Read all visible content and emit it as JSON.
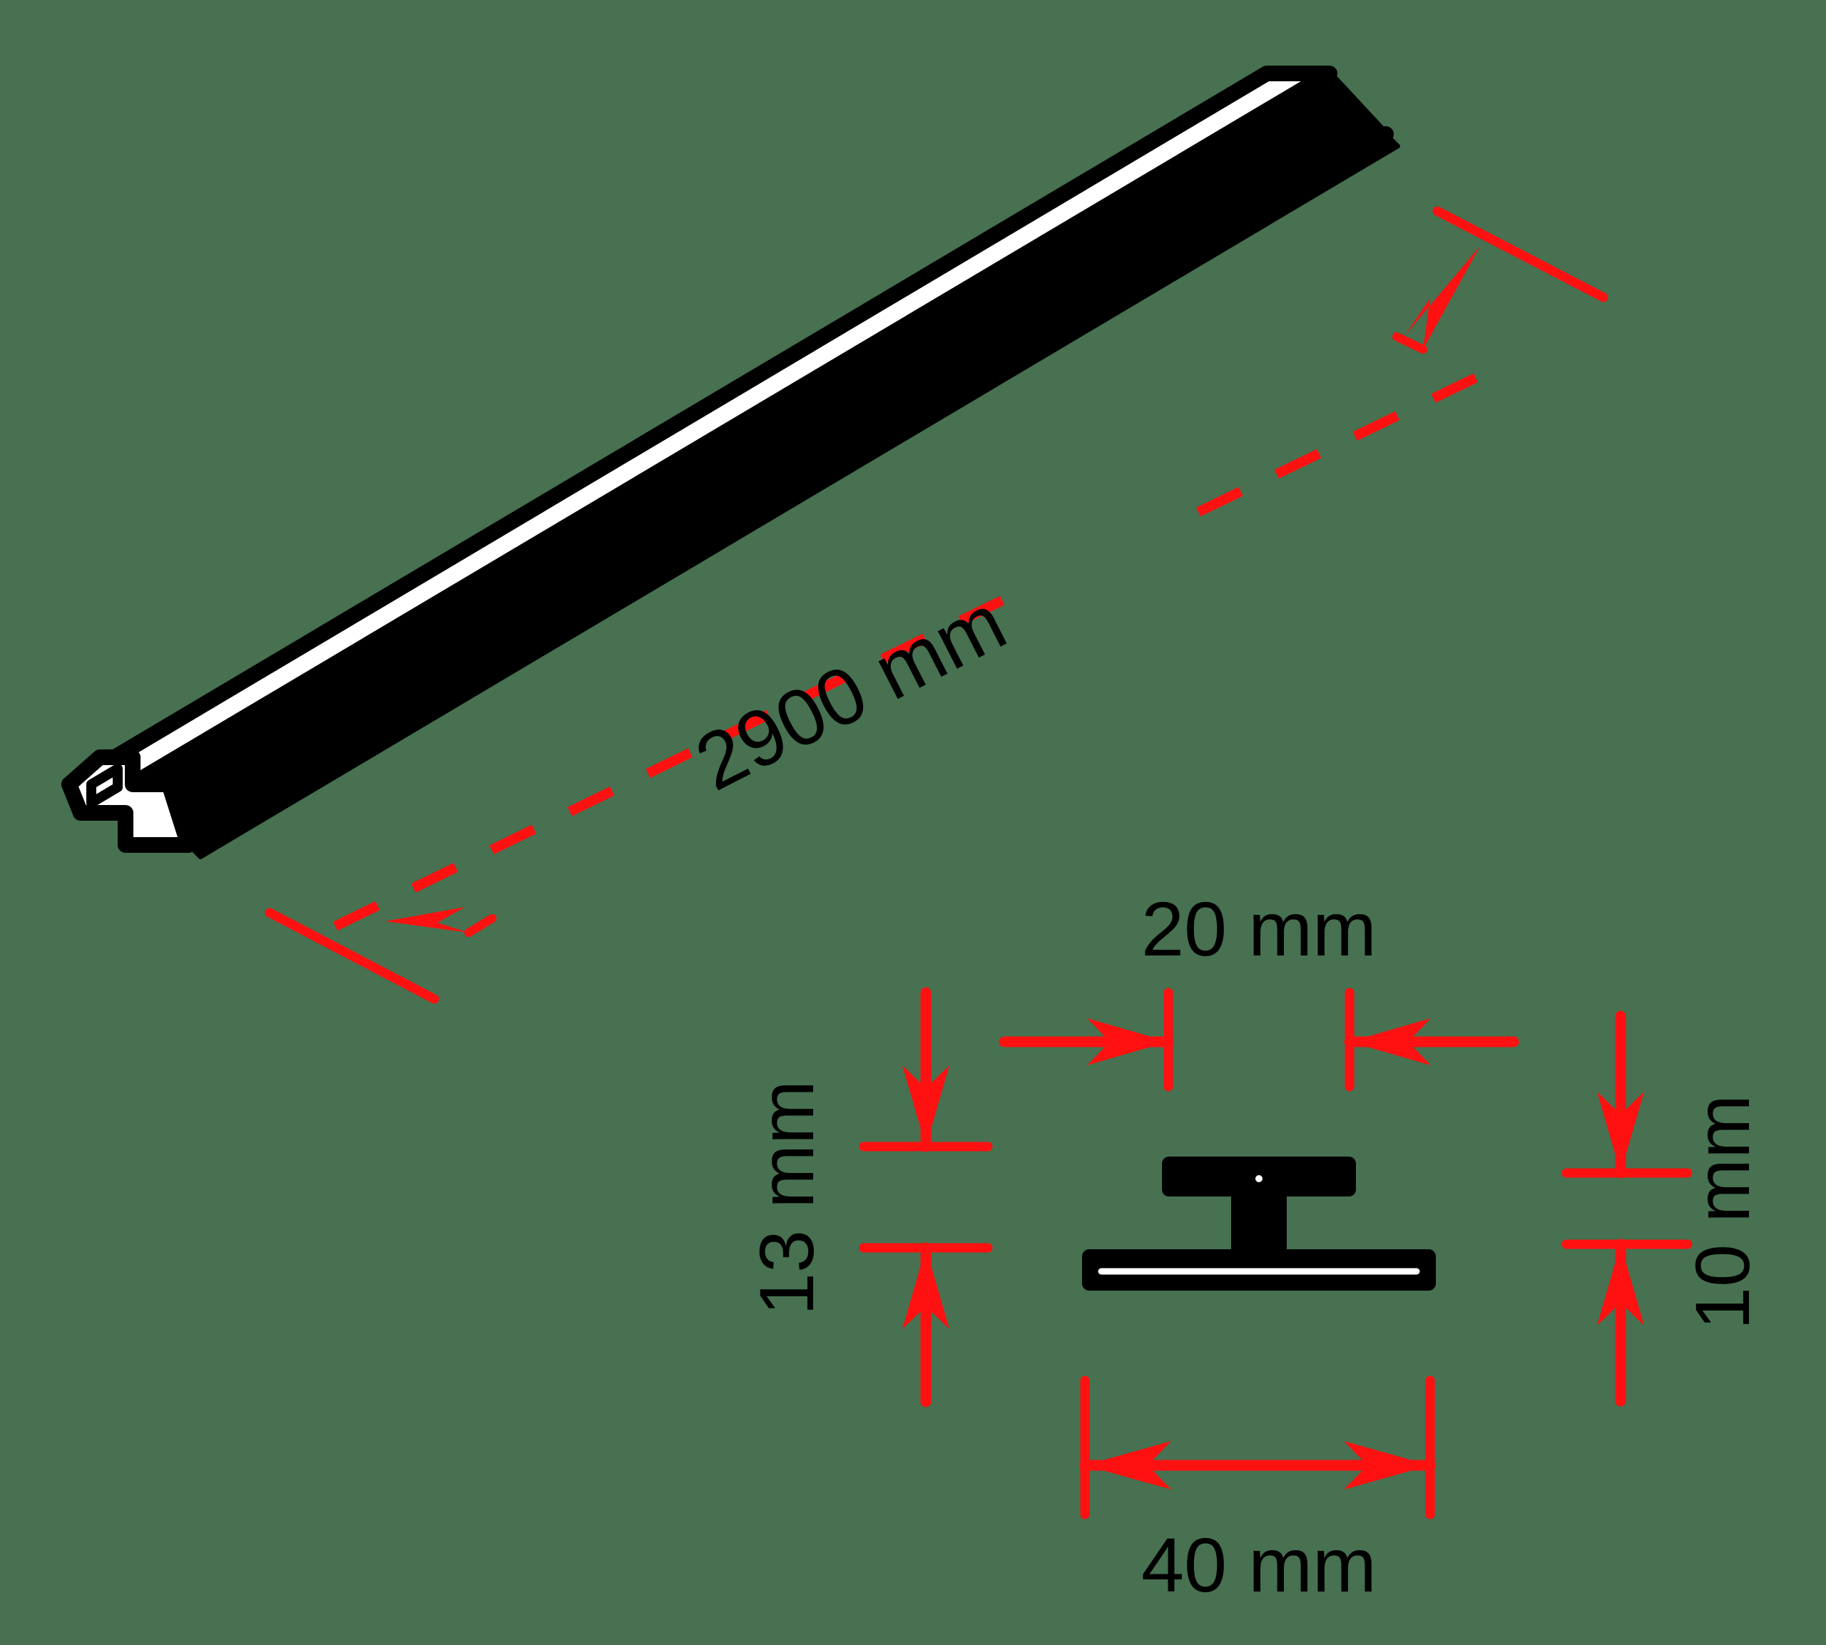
{
  "drawing": {
    "title": "Extruded T-profile dimension drawing",
    "background_color": "#477150",
    "line_color": "#000000",
    "fill_color": "#FFFFFF",
    "dimension_color": "#FF1111",
    "units": "mm"
  },
  "views": {
    "isometric": {
      "name": "isometric-profile-view",
      "description": "Long extruded T-profile shown in isometric projection"
    },
    "cross_section": {
      "name": "cross-section-view",
      "description": "End cross-section of the T-profile, solid black"
    }
  },
  "dimensions": {
    "length": {
      "label": "2900 mm",
      "value": 2900,
      "unit": "mm",
      "orientation": "diagonal",
      "applies_to": "isometric-profile-view"
    },
    "top_flange_width": {
      "label": "20 mm",
      "value": 20,
      "unit": "mm",
      "orientation": "horizontal",
      "position": "above-section"
    },
    "bottom_flange_width": {
      "label": "40 mm",
      "value": 40,
      "unit": "mm",
      "orientation": "horizontal",
      "position": "below-section"
    },
    "overall_height": {
      "label": "13 mm",
      "value": 13,
      "unit": "mm",
      "orientation": "vertical-rotated",
      "position": "left-of-section"
    },
    "web_height": {
      "label": "10 mm",
      "value": 10,
      "unit": "mm",
      "orientation": "vertical-rotated",
      "position": "right-of-section"
    }
  }
}
